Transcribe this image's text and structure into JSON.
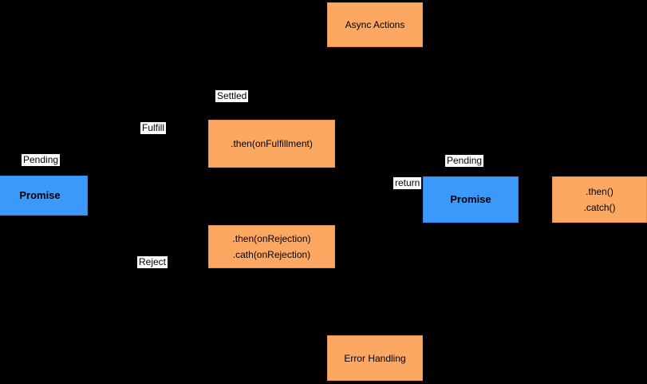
{
  "diagram": {
    "background": "#000000",
    "nodes": {
      "async_actions": {
        "label": "Async Actions"
      },
      "then_onfulfillment": {
        "label": ".then(onFulfillment)"
      },
      "promise_left": {
        "label": "Promise"
      },
      "then_onrejection": {
        "lines": [
          ".then(onRejection)",
          ".cath(onRejection)"
        ]
      },
      "promise_right": {
        "label": "Promise"
      },
      "then_catch": {
        "lines": [
          ".then()",
          ".catch()"
        ]
      },
      "error_handling": {
        "label": "Error Handling"
      }
    },
    "edge_labels": {
      "settled": "Settled",
      "fulfill": "Fulfill",
      "pending_left": "Pending",
      "reject": "Reject",
      "return_label": "return",
      "pending_right": "Pending"
    },
    "colors": {
      "node_orange_fill": "#FCA862",
      "node_orange_border": "#E6934E",
      "node_blue_fill": "#3B99FC",
      "node_blue_border": "#2B88EF",
      "edge_label_background": "#FFFFFF",
      "text": "#000000"
    }
  }
}
